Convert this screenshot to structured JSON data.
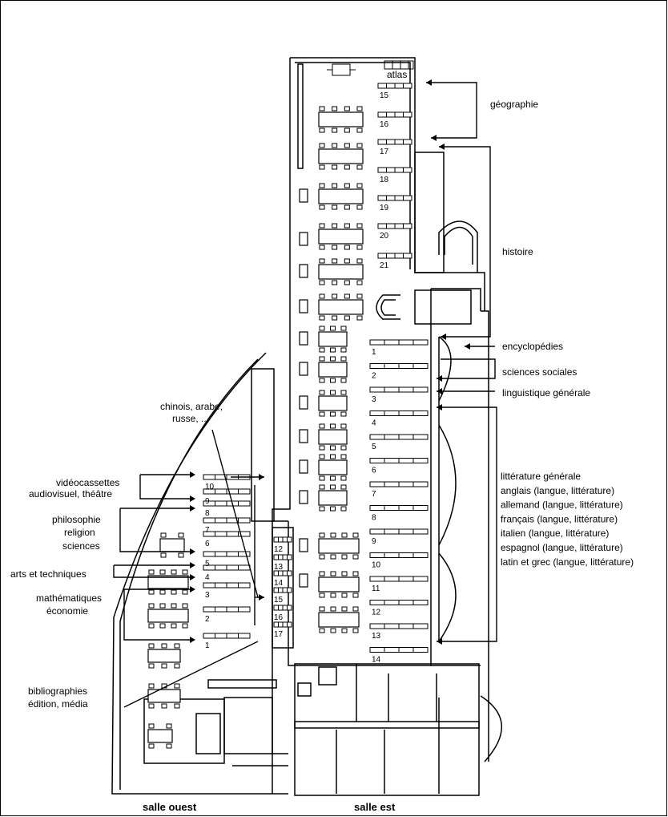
{
  "labels": {
    "atlas": "atlas",
    "geographie": "géographie",
    "histoire": "histoire",
    "encyclopedies": "encyclopédies",
    "sciences_sociales": "sciences sociales",
    "linguistique": "linguistique générale",
    "chinois_1": "chinois, arabe,",
    "chinois_2": "russe, ...",
    "videocassettes": "vidéocassettes",
    "audiovisuel": "audiovisuel, théâtre",
    "philosophie": "philosophie",
    "religion": "religion",
    "sciences": "sciences",
    "arts": "arts et techniques",
    "mathematiques": "mathématiques",
    "economie": "économie",
    "bibliographies": "bibliographies",
    "edition": "édition, média",
    "salle_ouest": "salle ouest",
    "salle_est": "salle est"
  },
  "east_subjects": [
    "littérature générale",
    "anglais (langue, littérature)",
    "allemand (langue, littérature)",
    "français (langue, littérature)",
    "italien (langue, littérature)",
    "espagnol (langue, littérature)",
    "latin et grec (langue, littérature)"
  ],
  "north_shelves": [
    "15",
    "16",
    "17",
    "18",
    "19",
    "20",
    "21"
  ],
  "east_shelves": [
    "1",
    "2",
    "3",
    "4",
    "5",
    "6",
    "7",
    "8",
    "9",
    "10",
    "11",
    "12",
    "13",
    "14"
  ],
  "west_shelves": [
    "1",
    "2",
    "3",
    "4",
    "5",
    "6",
    "7",
    "8",
    "9",
    "10"
  ],
  "center_shelves": [
    "12",
    "13",
    "14",
    "15",
    "16",
    "17"
  ]
}
